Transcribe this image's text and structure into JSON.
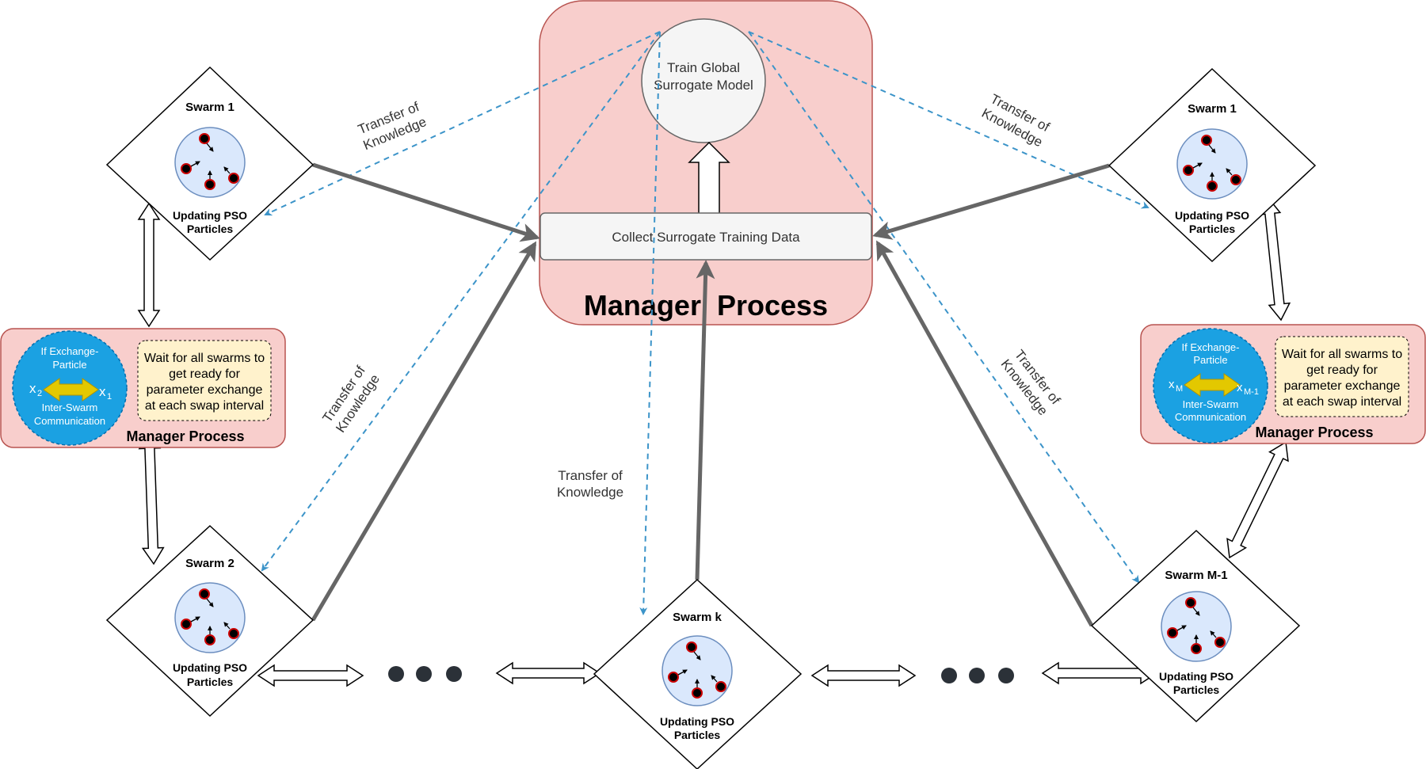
{
  "manager_top": {
    "title": "Manager  Process",
    "train_model": [
      "Train Global",
      "Surrogate Model"
    ],
    "collect": "Collect Surrogate Training Data"
  },
  "transfer_label": [
    "Transfer of",
    "Knowledge"
  ],
  "swarm_update": [
    "Updating PSO",
    "Particles"
  ],
  "swarms": {
    "top_left": "Swarm 1",
    "bottom_left": "Swarm 2",
    "center": "Swarm k",
    "top_right": "Swarm 1",
    "bottom_right": "Swarm M-1"
  },
  "local_manager": {
    "title": "Manager Process",
    "exchange": [
      "If Exchange-",
      "Particle"
    ],
    "comm": [
      "Inter-Swarm",
      "Communication"
    ],
    "wait": [
      "Wait for all swarms to",
      "get ready for",
      "parameter exchange",
      "at each swap interval"
    ],
    "left_vars": {
      "a": "x",
      "a_sub": "2",
      "b": "x",
      "b_sub": "1"
    },
    "right_vars": {
      "a": "x",
      "a_sub": "M",
      "b": "x",
      "b_sub": "M-1"
    }
  },
  "colors": {
    "manager_fill": "#f8cecc",
    "manager_stroke": "#b85450",
    "comm_fill": "#1ba1e2",
    "wait_fill": "#fff2cc",
    "swarm_circle_fill": "#dae8fc",
    "arrow_dark": "#666666",
    "dashed_blue": "#3c94c9",
    "gold_arrow": "#e3c800"
  }
}
